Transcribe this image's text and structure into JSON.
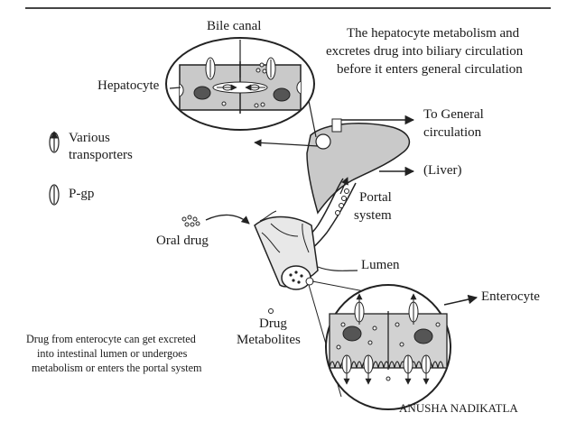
{
  "labels": {
    "bile_canal": "Bile canal",
    "hepatocyte": "Hepatocyte",
    "hepatocyte_note": [
      "The hepatocyte metabolism and",
      "excretes drug into biliary circulation",
      "before it enters general circulation"
    ],
    "to_general_circulation": [
      "To General",
      "circulation"
    ],
    "liver": "(Liver)",
    "portal_system": [
      "Portal",
      "system"
    ],
    "oral_drug": "Oral drug",
    "lumen": "Lumen",
    "enterocyte": "Enterocyte",
    "drug_metabolites": [
      "Drug",
      "Metabolites"
    ],
    "enterocyte_note": [
      "Drug from enterocyte can get excreted",
      "into intestinal lumen or undergoes",
      "metabolism or enters the portal system"
    ],
    "author": "ANUSHA NADIKATLA"
  },
  "legend": {
    "items": [
      {
        "label": [
          "Various",
          "transporters"
        ],
        "icon": "various-transporter-icon"
      },
      {
        "label": [
          "P-gp"
        ],
        "icon": "p-gp-transporter-icon"
      }
    ]
  }
}
